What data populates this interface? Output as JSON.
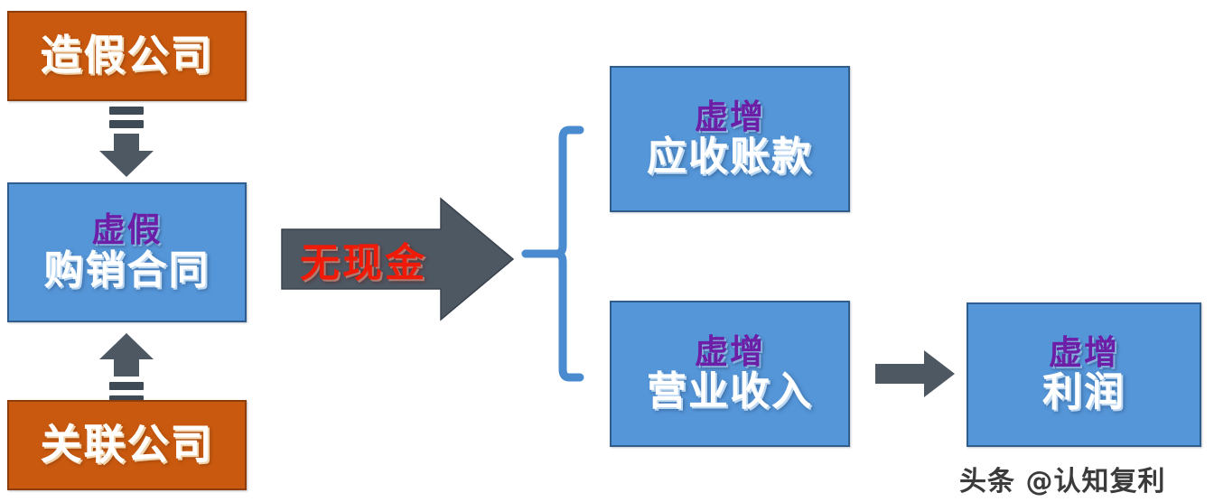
{
  "diagram": {
    "title_alt": "虚假贸易财务造假流程图",
    "background_color": "#FFFFFF",
    "palette": {
      "orange_fill": "#C8590F",
      "orange_border": "#8C3D0A",
      "blue_fill": "#5596D8",
      "blue_border": "#2E5D8E",
      "purple_text": "#6C1FA6",
      "white_text": "#FFFFFF",
      "red_text": "#F01A08",
      "gray_arrow": "#4E5863",
      "brace_blue": "#4A8BD0"
    },
    "nodes": {
      "fake_company": {
        "label": "造假公司",
        "kind": "orange-box"
      },
      "related_company": {
        "label": "关联公司",
        "kind": "orange-box"
      },
      "fake_contract": {
        "line_top": "虚假",
        "line_main": "购销合同",
        "kind": "blue-box"
      },
      "receivables": {
        "line_top": "虚增",
        "line_main": "应收账款",
        "kind": "blue-box"
      },
      "revenue": {
        "line_top": "虚增",
        "line_main": "营业收入",
        "kind": "blue-box"
      },
      "profit": {
        "line_top": "虚增",
        "line_main": "利润",
        "kind": "blue-box"
      }
    },
    "connectors": {
      "big_arrow_label": "无现金",
      "down_arrow_name": "striped-down-arrow",
      "up_arrow_name": "striped-up-arrow",
      "brace_name": "right-brace",
      "small_arrow_name": "small-right-arrow"
    }
  },
  "watermark": {
    "text": "头条 @认知复利"
  }
}
